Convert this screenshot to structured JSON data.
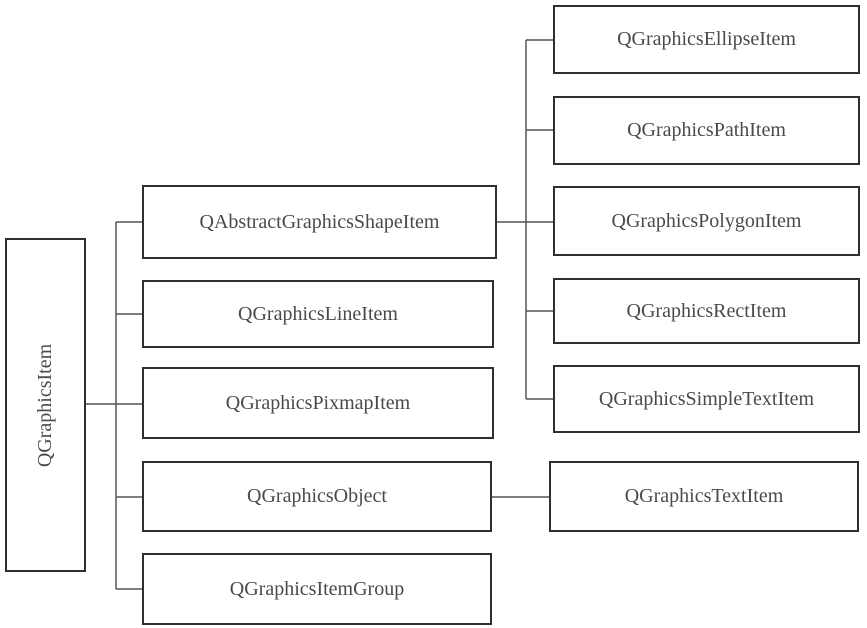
{
  "diagram": {
    "root": {
      "label": "QGraphicsItem"
    },
    "level1": [
      {
        "label": "QAbstractGraphicsShapeItem"
      },
      {
        "label": "QGraphicsLineItem"
      },
      {
        "label": "QGraphicsPixmapItem"
      },
      {
        "label": "QGraphicsObject"
      },
      {
        "label": "QGraphicsItemGroup"
      }
    ],
    "shape_children": [
      {
        "label": "QGraphicsEllipseItem"
      },
      {
        "label": "QGraphicsPathItem"
      },
      {
        "label": "QGraphicsPolygonItem"
      },
      {
        "label": "QGraphicsRectItem"
      },
      {
        "label": "QGraphicsSimpleTextItem"
      }
    ],
    "object_children": [
      {
        "label": "QGraphicsTextItem"
      }
    ],
    "colors": {
      "border": "#2f2f2f",
      "text": "#4a4a4a",
      "line": "#555555"
    }
  }
}
